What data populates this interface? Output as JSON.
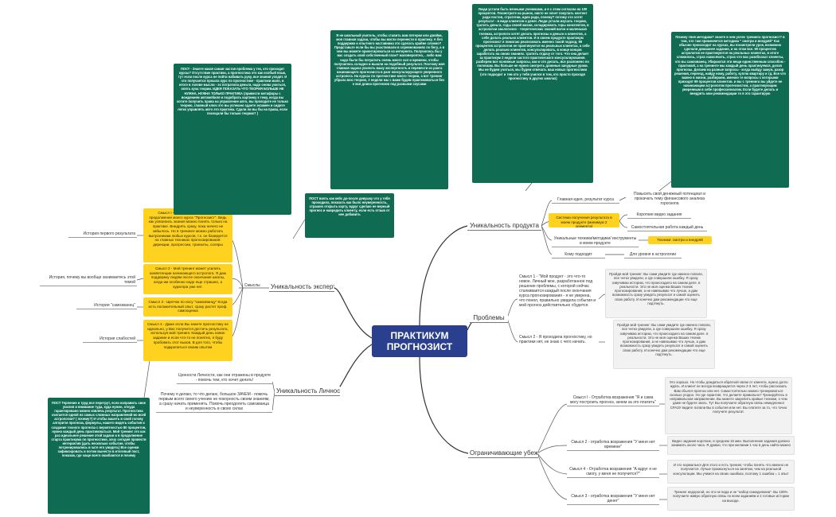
{
  "center": "ПРАКТИКУМ ПРОГНОЗИСТ",
  "colors": {
    "center_bg": "#2b3f8f",
    "green": "#0f6b52",
    "yellow": "#ffd21f",
    "line": "#333333"
  },
  "branches": {
    "expertise": {
      "title": "Уникальность экспертизы",
      "link_label": "Смыслы",
      "meanings": [
        "Смысл I - Тренинг был задуман как продолжение моего курса \"Прогнозист\". Ведь как усвоились знания можно понять только на практике. Внедрять сразу, пока ничего не забылось. Но в тренинге можно работать выпускникам любых курсов, т.к. он базируется на главных техниках прогнозирования: дирекции, прогрессии, транзиты, соляры",
        "Смысл 2 - Мой тренинг может усилить компетенции начинающего астролога. Я даю поддержку людям после окончания школы, когда им особенно надо еще страшно, а куратора уже нет.",
        "Смысл 3 - Щелчок по носу \"самозванцу\" Когда есть положительный опыт, сразу растет проф. самооценка",
        "Смысл 4 - Даже если Вы знаете прогностику не идеально, у Вас получится достичь результата, используя мой тренинг. Каждый день новое задание и если что-то не понятно, я буду пробовать этот вызов. В для того, чтобы подкрепиться своим опытом"
      ],
      "stories": [
        "История первого результата",
        "История, почему вы вообще занимаетесь этой темой",
        "История \"самозванец\"",
        "История слабостей"
      ]
    },
    "personality": {
      "title": "Уникальность Личности",
      "items": [
        "Ценности Личности, как они отражены в продукте - помочь тем, кто хочет делать!",
        "Почему я делаю, то что делаю, большое ЗАЧЕМ - помочь первым всего своего учению не покорность своим знаниям, а сразу начать применять. Помочь преодолеть самозванца и неуверенность в своих силах"
      ]
    },
    "product": {
      "title": "Уникальность продукта",
      "rows": [
        {
          "label": "Главная идея, результат курса",
          "value": "Повысить свой денежный потенциал и прокачать тему финансового анализа гороскопа"
        },
        {
          "label": "Система получения результата в моем продукте (минимум 2 элемента)",
          "values": [
            "Короткие видео задания",
            "Самостоятельная работа каждый день"
          ]
        },
        {
          "label": "Уникальные техники/методики/ инструменты в моем продукте",
          "value": "Техники: смотри и внедряй"
        },
        {
          "label": "Кому подходит",
          "value": "Для уровня в астрологии"
        }
      ]
    },
    "problems": {
      "title": "Проблемы",
      "items": [
        {
          "label": "Смысл 1 - \"Мой продукт - это что-то новое. Личный мое, разработанное под решение проблемы, с которой сейчас сталкивается каждый после окончания курса прогнозирования - я не уверена, что понял, правильно увидела события и мой прогноз действительно сбудется.",
          "detail": "Пройдя мой тренинг: Вы сами увидите где именно попали, все четко увидели, а где совершили ошибку. Я сразу озвучиваю историю, что происходило на самом деле. в реальности. Это не моя оценка Ваших техник прогнозирования, а не навязываю что лучше, а дам возможность сразу увидеть результат и самой оценить свою работу. И конечно дам рекомендации что еще подтянуть."
        },
        {
          "label": "Смысл 2 - Я проходила прогностику, но практики нет, не знаю с чего начать.",
          "detail": "Пройдя мой тренинг: Вы сами увидите где именно попали, все четко увидели, а где совершили ошибку. Я сразу озвучиваю историю, что происходило на самом деле. в реальности. Это не моя оценка Ваших техник прогнозирования, а не навязываю что лучше, а дам возможность сразу увидеть результат и самой оценить свою работу. И конечно дам рекомендации что еще подтянуть."
        }
      ]
    },
    "objections": {
      "title": "Ограничивающие убеждения",
      "items": [
        {
          "label": "Смысл I - Отработка возражения \"Я и сама могу построить прогноз, зачем за это платить\"",
          "detail": "Это хорошо. Но чтобы дождаться обратной связи от клиента, нужно долго ждать. И клиент не всегда возвращается через 2-3 лет, чтобы рассказать Вам сбылся прогноз или нет. Самостоятельно можно тренироваться сколько угодно. Но где гарантия, что делаете правильно? Тренируйтесь в неправильном направлении. Вы можете закрепить кривые техники, о чем даже не будете знать. Тут Вы получаете обратную связь немедленно! СРАЗУ видите попали Вы в события или нет. Вы платите за то, что точно получите результат."
        },
        {
          "label": "Смысл 2 - отработка возражения \"У меня нет времени\"",
          "detail": "Видео задания короткие, в среднем 15 мин. Выполнение задания должно занимать около часа. Я думаю, что при желании 1 час в день найти можно"
        },
        {
          "label": "Смысл 4 - Отработка возражения \"А вдруг я не смогу, у меня не получится?\"",
          "detail": "И это нормально! Для этого и есть тренинг, чтобы понять что именно не получается. Лучше промахнуться на занятии, чем на реальной консультации. Мы учимся на своих ошибках, поэтому 1 ошибка = 1 опыт"
        },
        {
          "label": "Смысл 3 - отработка возражения \"У меня нет денег\"",
          "detail": "Тренинг недорогой, но это не вода и не \"набор самоделкина\". Вы 100% получаете живую обратную связь по всем заданиям и 2 готовые истории на выходе."
        }
      ]
    }
  },
  "posts": {
    "post_top_left": "ПОСТ - Знаете какая самая частая проблема у тех, кто проходит курсы? Отсутствие практики, а прогностика это как особый язык, тут если после курса не пойти набивать руку, все знания уходят. И что получается прошла курс по прогностике - практики мало, в итоге в голове мысли - эх потратила деньги, надо снова учиться, опять куча теории. ИДЕЯ ПОКАЗАТЬ ЧТО ТЕОРИЯ БОЛЬШЕ НЕ НУЖНА, НУЖНА ТОЛЬКО ПРАКТИКА (привести метафоры с вождением автомобиля и подобрать картинку к тему, когда вы хотите получить права на управление авто, вы проходите не только теорию, главный ключ это вы успешно сдаете экзамен и сидите легко управлять авто это практика. Сдали ли вы бы на права, если посещали бы только теорию? )",
    "post_top_center": "Я не школьный учитель, чтобы ставить вам пятерки или двойки, моя главная задача, чтобы вы могли перенести в практику. А без поддержки и опытного наставника это сделать крайне сложно? Представьте если бы вы участвовали в соревнованиях по бегу, а в чем вы можете ориентироваться из интернета. Получилось бы у вас создать свой собственный план? маловероятно, . либо вам надо было бы потратить очень много сил и времени, чтобы получилось складно и вышли на подобный результат. Поэтому моя главная задача усилить вашу экспертность и перевести из ранга начинающего прогнозиста в ранг консультирующего уверенного астролога. На курсах по прогностике много теории, а вот тренинг убрала всю теорию, 2 недели мы с вами будем практиковаться без о вся длина прогнозов под разными соусами",
    "post_center": "ПОСТ взять как кейс до-после девушку что у тебя проходила, показать как было неуверенность, страшно открыть карту, вдруг сделаю не верный прогноз и навредить клиенту, если есть отзыв от нее добавить",
    "post_top_right": "Люди устали быть вечными учениками, и я с этим согласна на 100 процентов. Посмотрите на рынок, никто не хочет покупать контент ради постов, стратегии, идеи ради, почему? потому что хотят результат - в виде клиентов и денег. Люди устали изучать теорию, тратить деньги, годы своей жизни, складировать горы конспектов, в астрологии аналогично - теоретических знаний вагон и маленькая тележка, астрологи хотят делать прогнозы и деньги и клиентов, а себе делать реально клиентов. И в своем продукте практикум прогнозист я помогаю реализовать именно такой подход. 99 процентов астрологов не практикуются на реальных клиентах, а себе делать реально клиентов, консультировать, в конце концов заработать на своих знаниях. тратить отдачу от того. Что она делает за практикум 2 недели частого практического консультирования. разберем все основные запросы, как и что делать, все разложено по полочкам. Вы больше не нужно смотреть длинные занудные уроки. Мы не будем учиться, мы будем отвечать ваш новых прогностики (что подходит и тем кто у тебя учился в том, кто просто проходя прогностику в других школах)",
    "post_right": "Почему твоя методика? знаете в чем успех тренинга прогнозист? в том, что там применяется методика \" смотри и внедряй\" Как обычно происходит на курсах, вы посмотрели урок, возможно сделали домашнее задание, и на этом все. 90 процентов астрологов не практикуются на реальных клиентах, в итоге сложилось, страх накосячить, страх что вас разоблачат клиенты, что вы самозванец. Убираются эти вещи единственным способом - практикой, а на тренинге мы каждый день практикуемся, делая прогнозы. Делаем на разные запросы - когда выйду замуж, разор решения, переезд, найду ному, работу, куплю квартиру и тд. Все что важно в жизни, разбираем, именно те вопросы с которыми приходят 99 процентов клиентов. и вы с тренинга вы уйдете не начинающим астрологом прогнозистом, а практикующим уверенным в себе профессионалом. Если будете делать и внедрять мои рекомендации то я это гарантирую",
    "post_bottom_left": "ПОСТ Терпение и труд все перетрут, если направить свое усилия и внимание туда, куда нужно, откуда гарантировано можно извлечь результат. Прогностика считается одной из самых сложных направлений во всей астрологии? ( почему?) И чтобы вашеть в свой голову алгоритм прогноза, формулы, нашего видеть события и создание точного прогноза с вероятностью 80 процентов, нужно каждый день практиковаться. Мой тренинг это как раз идеальное решение этой задачи и в продолжение старта практикума по прогностике, хочу сегодня провести интерактив (дать несколько событие, чтобы потренировались в чате его увидеть) Все оценки зафиксировать и потом вынести в итоговый пост, показав, где чаще всего ошибаются и почему"
  }
}
